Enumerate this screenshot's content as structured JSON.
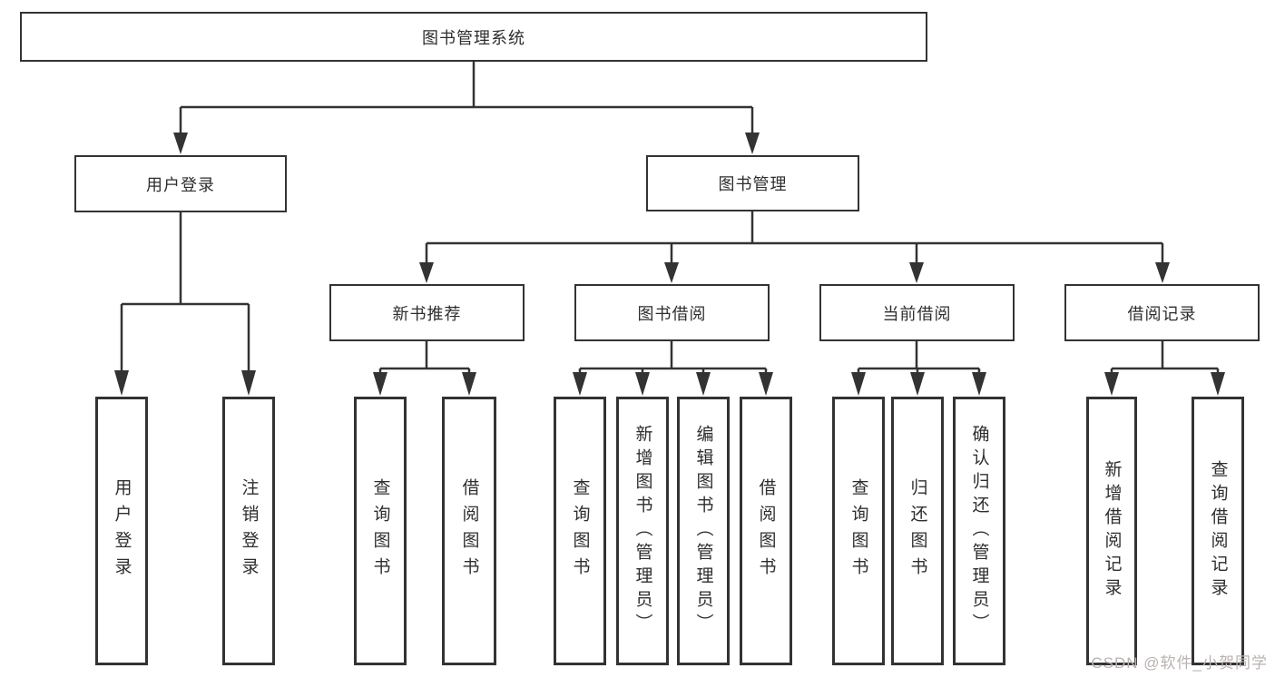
{
  "nodes": {
    "root": "图书管理系统",
    "level2": [
      "用户登录",
      "图书管理"
    ],
    "level3": [
      "新书推荐",
      "图书借阅",
      "当前借阅",
      "借阅记录"
    ],
    "leaves": [
      [
        "用户登录",
        "注销登录"
      ],
      [
        "查询图书",
        "借阅图书"
      ],
      [
        "查询图书",
        "新增图书（管理员）",
        "编辑图书（管理员）",
        "借阅图书"
      ],
      [
        "查询图书",
        "归还图书",
        "确认归还（管理员）"
      ],
      [
        "新增借阅记录",
        "查询借阅记录"
      ]
    ]
  },
  "watermark": "CSDN @软件_小贺同学",
  "colors": {
    "line": "#333333",
    "text": "#2e2e2e",
    "background": "#ffffff",
    "watermark": "#b9b2b1"
  }
}
